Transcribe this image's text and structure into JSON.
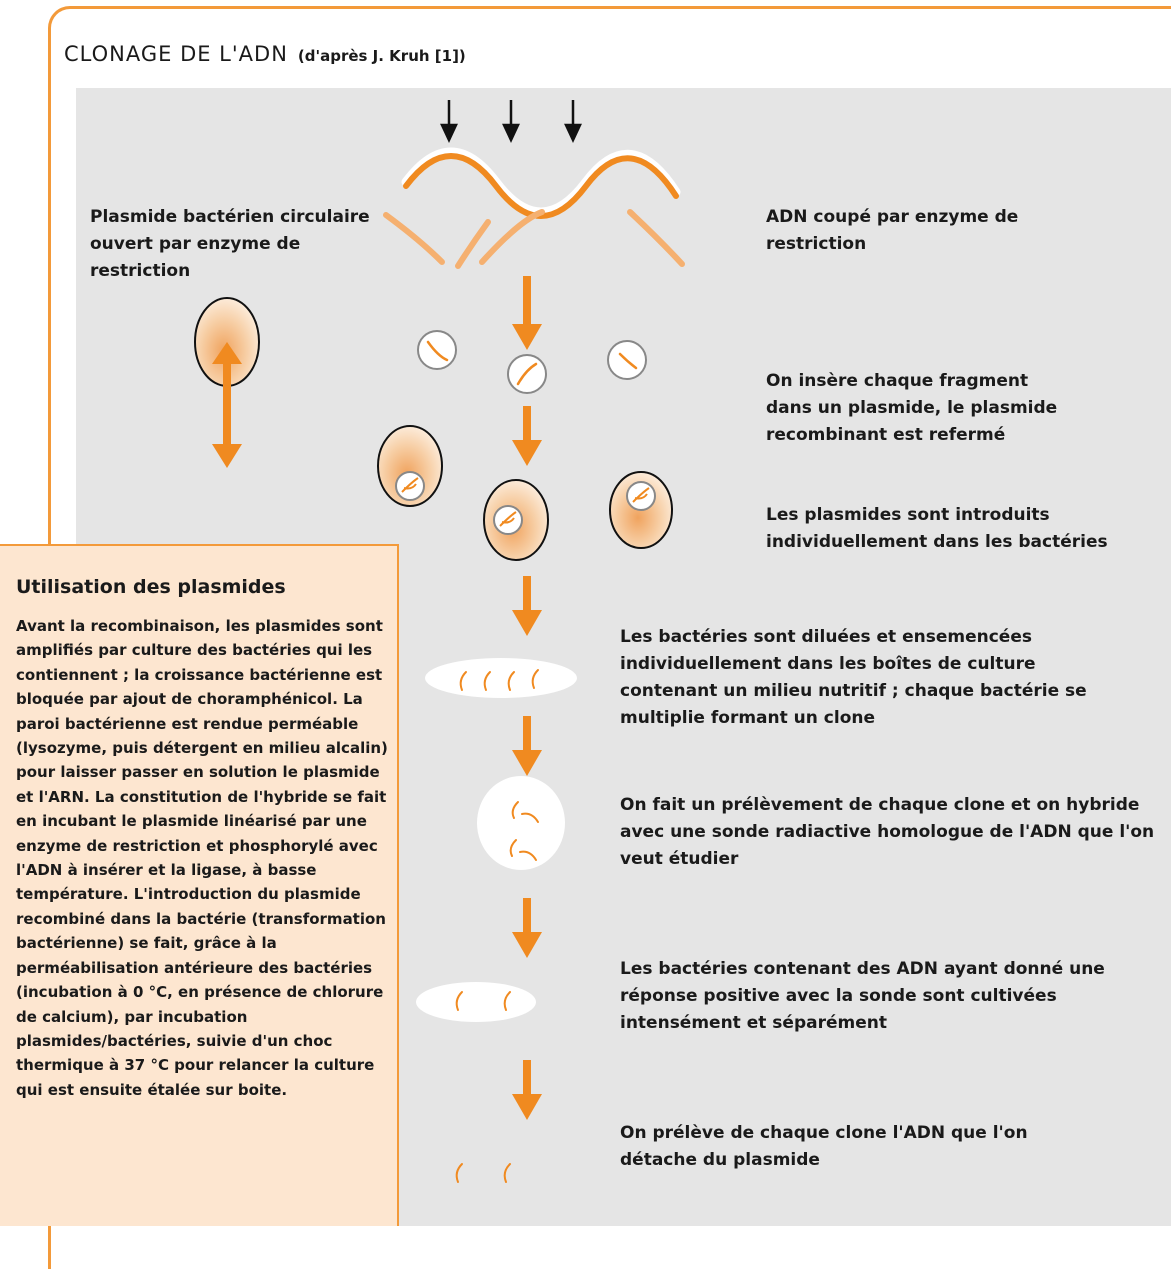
{
  "title": "CLONAGE DE L'ADN",
  "source": "(d'après J. Kruh [1])",
  "labels": {
    "plasmid_open": "Plasmide bactérien circulaire ouvert par enzyme de restriction",
    "dna_cut": "ADN coupé par enzyme de restriction",
    "insert": "On insère chaque fragment dans un plasmide, le plasmide recombinant est refermé",
    "introduce": "Les plasmides sont introduits individuellement dans les bactéries",
    "dilute": "Les bactéries sont diluées et ensemencées individuellement dans les boîtes de culture contenant un milieu nutritif ; chaque bactérie se multiplie formant un clone",
    "hybridize": "On fait un prélèvement de chaque clone et on hybride avec une sonde radiactive homologue de l'ADN que l'on veut étudier",
    "culture": "Les bactéries contenant des ADN ayant donné une réponse positive avec la sonde sont cultivées intensément et séparément",
    "extract": "On prélève de chaque clone l'ADN que l'on détache du plasmide"
  },
  "sidebar": {
    "heading": "Utilisation des plasmides",
    "body": "Avant la recombinaison, les plasmides sont amplifiés par culture des bactéries qui les contiennent ; la croissance bactérienne est bloquée par ajout de choramphénicol. La paroi bactérienne est rendue perméable (lysozyme, puis détergent en milieu alcalin) pour laisser passer en solution le plasmide et l'ARN. La constitution de l'hybride se fait en incubant le plasmide linéarisé par une enzyme de restriction et phosphorylé avec l'ADN à insérer et la ligase, à basse température. L'introduction du plasmide recombiné dans la bactérie (transformation bactérienne) se fait, grâce à la perméabilisation antérieure des bactéries (incubation à 0 °C, en présence de chlorure de calcium), par incubation plasmides/bactéries, suivie d'un choc thermique à 37 °C pour relancer la culture qui est ensuite étalée sur boite."
  },
  "colors": {
    "accent": "#f39a3a",
    "panel": "#e5e5e5",
    "sidebar_bg": "#fde6d0"
  }
}
